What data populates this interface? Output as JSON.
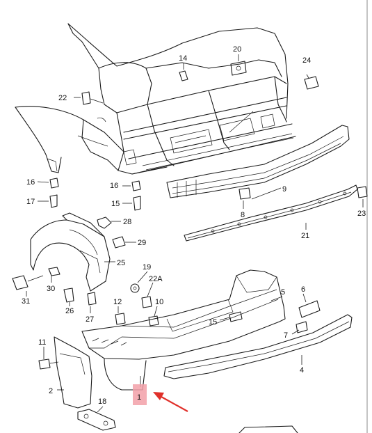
{
  "highlight_color": "#f2a0a8",
  "arrow_color": "#e0302a",
  "callouts": [
    {
      "id": "c1",
      "text": "1"
    },
    {
      "id": "c2",
      "text": "2"
    },
    {
      "id": "c4",
      "text": "4"
    },
    {
      "id": "c5",
      "text": "5"
    },
    {
      "id": "c6",
      "text": "6"
    },
    {
      "id": "c7",
      "text": "7"
    },
    {
      "id": "c8",
      "text": "8"
    },
    {
      "id": "c9",
      "text": "9"
    },
    {
      "id": "c10",
      "text": "10"
    },
    {
      "id": "c11",
      "text": "11"
    },
    {
      "id": "c12",
      "text": "12"
    },
    {
      "id": "c14",
      "text": "14"
    },
    {
      "id": "c15a",
      "text": "15"
    },
    {
      "id": "c15b",
      "text": "15"
    },
    {
      "id": "c16a",
      "text": "16"
    },
    {
      "id": "c16b",
      "text": "16"
    },
    {
      "id": "c17",
      "text": "17"
    },
    {
      "id": "c18",
      "text": "18"
    },
    {
      "id": "c19",
      "text": "19"
    },
    {
      "id": "c20",
      "text": "20"
    },
    {
      "id": "c21",
      "text": "21"
    },
    {
      "id": "c22a",
      "text": "22"
    },
    {
      "id": "c22b",
      "text": "22A"
    },
    {
      "id": "c23",
      "text": "23"
    },
    {
      "id": "c24",
      "text": "24"
    },
    {
      "id": "c25",
      "text": "25"
    },
    {
      "id": "c26",
      "text": "26"
    },
    {
      "id": "c27",
      "text": "27"
    },
    {
      "id": "c28",
      "text": "28"
    },
    {
      "id": "c29",
      "text": "29"
    },
    {
      "id": "c30",
      "text": "30"
    },
    {
      "id": "c31",
      "text": "31"
    }
  ]
}
